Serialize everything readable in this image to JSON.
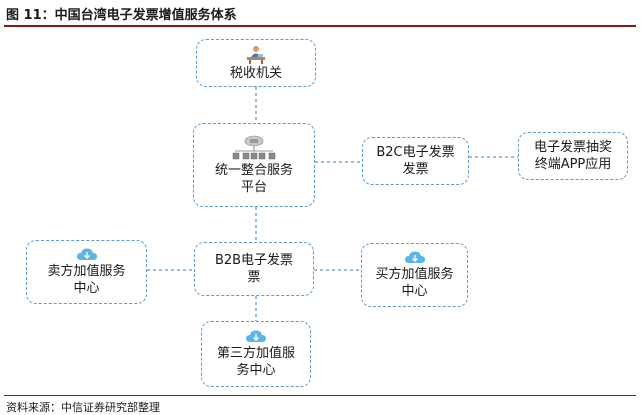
{
  "title": "图 11：中国台湾电子发票增值服务体系",
  "source": "资料来源：中信证券研究部整理",
  "colors": {
    "accent": "#5b9bd5",
    "rule": "#8a1a1a",
    "cloud": "#5bb6e8"
  },
  "nodes": {
    "tax": {
      "label": "税收机关",
      "icon": "person-at-desk-icon"
    },
    "platform": {
      "line1": "统一整合服务",
      "line2": "平台",
      "icon": "network-servers-icon"
    },
    "b2c": {
      "line1": "B2C电子发票",
      "line2": "发票"
    },
    "app": {
      "line1": "电子发票抽奖",
      "line2": "终端APP应用"
    },
    "b2b": {
      "line1": "B2B电子发票",
      "line2": "票"
    },
    "seller": {
      "line1": "卖方加值服务",
      "line2": "中心",
      "icon": "cloud-download-icon"
    },
    "buyer": {
      "line1": "买方加值服务",
      "line2": "中心",
      "icon": "cloud-download-icon"
    },
    "thirdparty": {
      "line1": "第三方加值服",
      "line2": "务中心",
      "icon": "cloud-download-icon"
    }
  }
}
